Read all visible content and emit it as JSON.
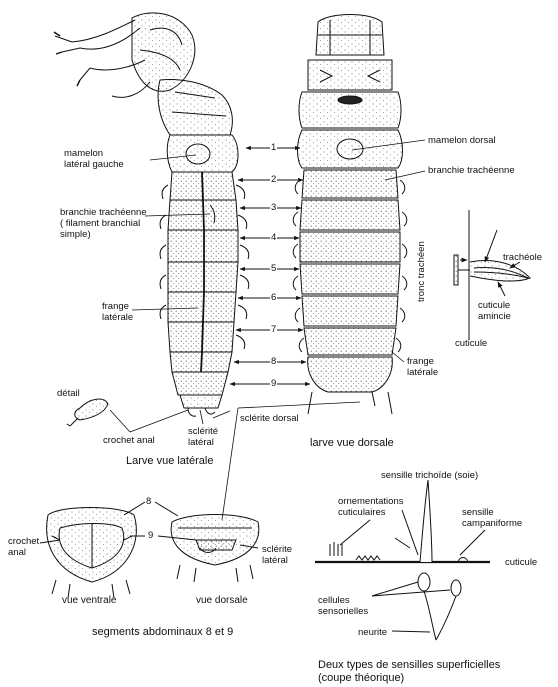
{
  "labels": {
    "mamelon_lateral": [
      "mamelon",
      "latéral gauche"
    ],
    "branchie_lat": [
      "branchie trachéenne",
      "( filament branchial",
      "simple)"
    ],
    "frange_lat": [
      "frange",
      "latérale"
    ],
    "detail": "détail",
    "crochet_anal": "crochet anal",
    "sclerite_lateral": [
      "sclérité",
      "latéral"
    ],
    "sclerite_dorsal": "sclérite dorsal",
    "mamelon_dorsal": "mamelon dorsal",
    "branchie_dors": "branchie trachéenne",
    "tronc_tracheen": "tronc trachéen",
    "tracheole": "trachéole",
    "cuticule_amincie": [
      "cuticule",
      "amincie"
    ],
    "cuticule_detail": "cuticule",
    "frange_dors": [
      "frange",
      "latérale"
    ],
    "seg_crochet": [
      "crochet",
      "anal"
    ],
    "seg_8": "8",
    "seg_9": "9",
    "seg_sclerite": [
      "sclérite",
      "latéral"
    ],
    "sensille_trichoide": "sensille trichoïde (soie)",
    "ornementations": [
      "ornementations",
      "cuticulaires"
    ],
    "sensille_campani": [
      "sensille",
      "campaniforme"
    ],
    "cuticule_sens": "cuticule",
    "cellules": [
      "cellules",
      "sensorielles"
    ],
    "neurite": "neurite"
  },
  "segment_numbers": [
    "1",
    "2",
    "3",
    "4",
    "5",
    "6",
    "7",
    "8",
    "9"
  ],
  "captions": {
    "lateral": "Larve vue latérale",
    "dorsal": "larve vue dorsale",
    "ventral": "vue ventrale",
    "dorsale": "vue dorsale",
    "segments": "segments abdominaux 8 et 9",
    "sensilles": [
      "Deux types de sensilles superficielles",
      "(coupe théorique)"
    ]
  }
}
